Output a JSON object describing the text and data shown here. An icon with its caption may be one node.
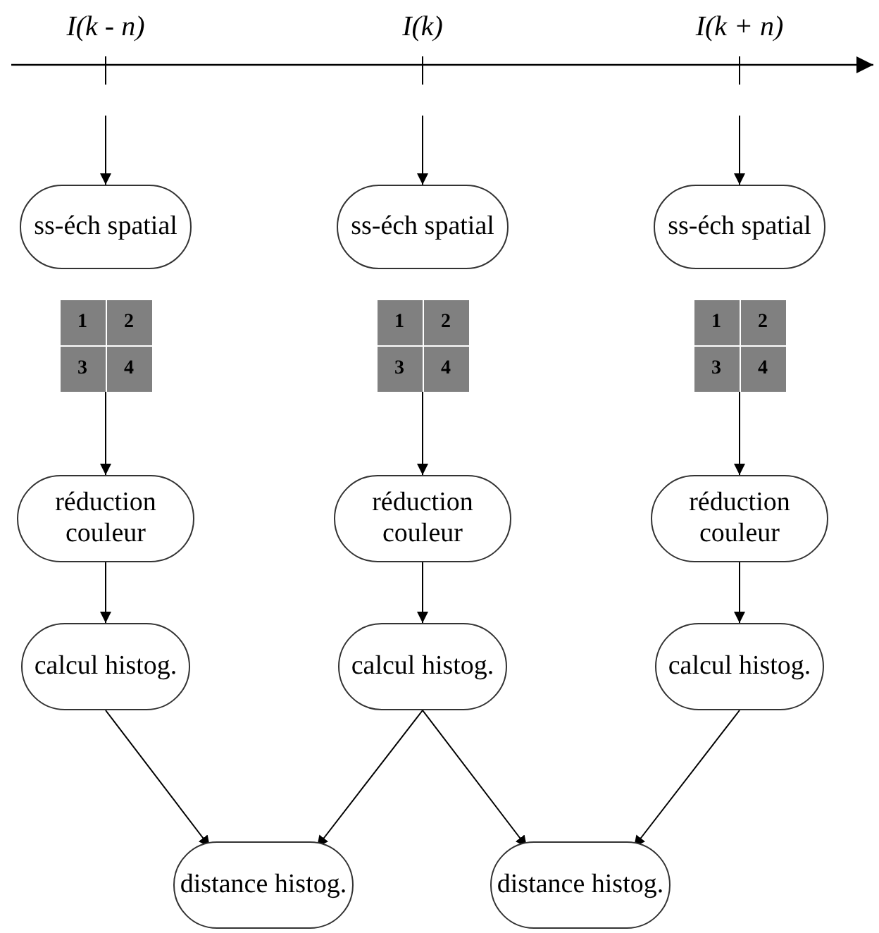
{
  "diagram": {
    "nodes": [
      {
        "text": [
          "ss-éch spatial"
        ]
      },
      {
        "text": [
          "ss-éch spatial"
        ]
      },
      {
        "text": [
          "ss-éch spatial"
        ]
      },
      {
        "text": [
          "1",
          "2",
          "3",
          "4"
        ]
      },
      {
        "text": [
          "1",
          "2",
          "3",
          "4"
        ]
      },
      {
        "text": [
          "1",
          "2",
          "3",
          "4"
        ]
      },
      {
        "text": [
          "réduction couleur"
        ]
      },
      {
        "text": [
          "réduction couleur"
        ]
      },
      {
        "text": [
          "réduction couleur"
        ]
      },
      {
        "text": [
          "calcul histog."
        ]
      },
      {
        "text": [
          "calcul histog."
        ]
      },
      {
        "text": [
          "calcul histog."
        ]
      },
      {
        "text": [
          "distance histog."
        ]
      },
      {
        "text": [
          "distance histog."
        ]
      }
    ],
    "edges": [
      {
        "from": null,
        "to": 0,
        "arrow": "to"
      },
      {
        "from": null,
        "to": 1,
        "arrow": "to"
      },
      {
        "from": null,
        "to": 2,
        "arrow": "to"
      },
      {
        "from": 3,
        "to": 6,
        "arrow": "to"
      },
      {
        "from": 4,
        "to": 7,
        "arrow": "to"
      },
      {
        "from": 5,
        "to": 8,
        "arrow": "to"
      },
      {
        "from": 6,
        "to": 9,
        "arrow": "to"
      },
      {
        "from": 7,
        "to": 10,
        "arrow": "to"
      },
      {
        "from": 8,
        "to": 11,
        "arrow": "to"
      },
      {
        "from": 9,
        "to": 12,
        "arrow": "to"
      },
      {
        "from": 10,
        "to": 12,
        "arrow": "to"
      },
      {
        "from": 10,
        "to": 13,
        "arrow": "to"
      },
      {
        "from": 11,
        "to": 13,
        "arrow": "to"
      }
    ],
    "labels": [
      "I(k - n)",
      "I(k)",
      "I(k + n)"
    ]
  }
}
